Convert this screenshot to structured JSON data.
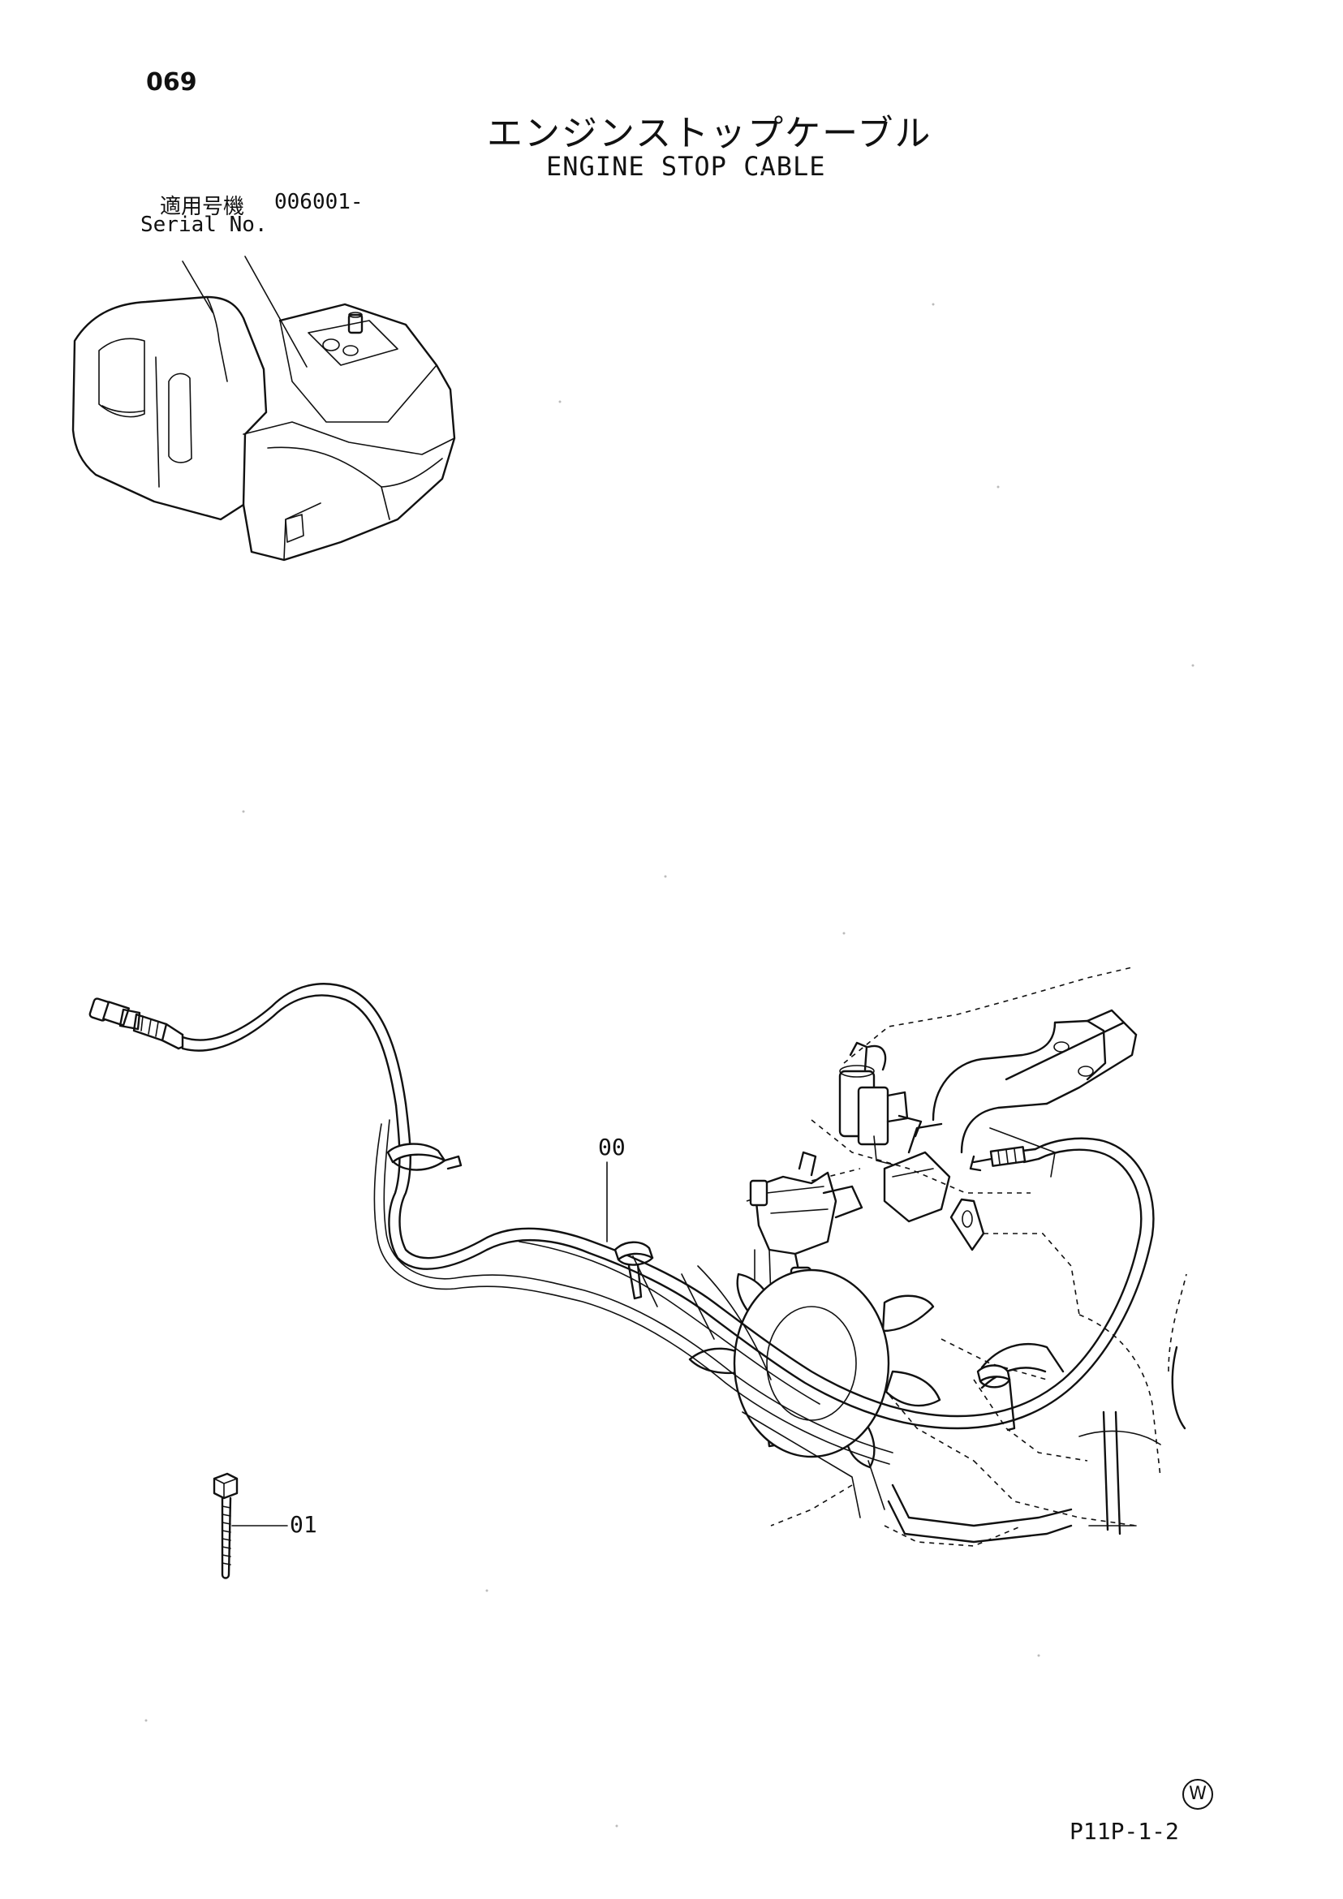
{
  "header": {
    "page_number": "069",
    "title_jp": "エンジンストップケーブル",
    "title_en": "ENGINE STOP CABLE"
  },
  "serial": {
    "label_jp": "適用号機",
    "value": "006001-",
    "label_en": "Serial No."
  },
  "callouts": [
    {
      "label": "00"
    },
    {
      "label": "01"
    }
  ],
  "footer": {
    "watermark": "W",
    "drawing_code": "P11P-1-2"
  }
}
